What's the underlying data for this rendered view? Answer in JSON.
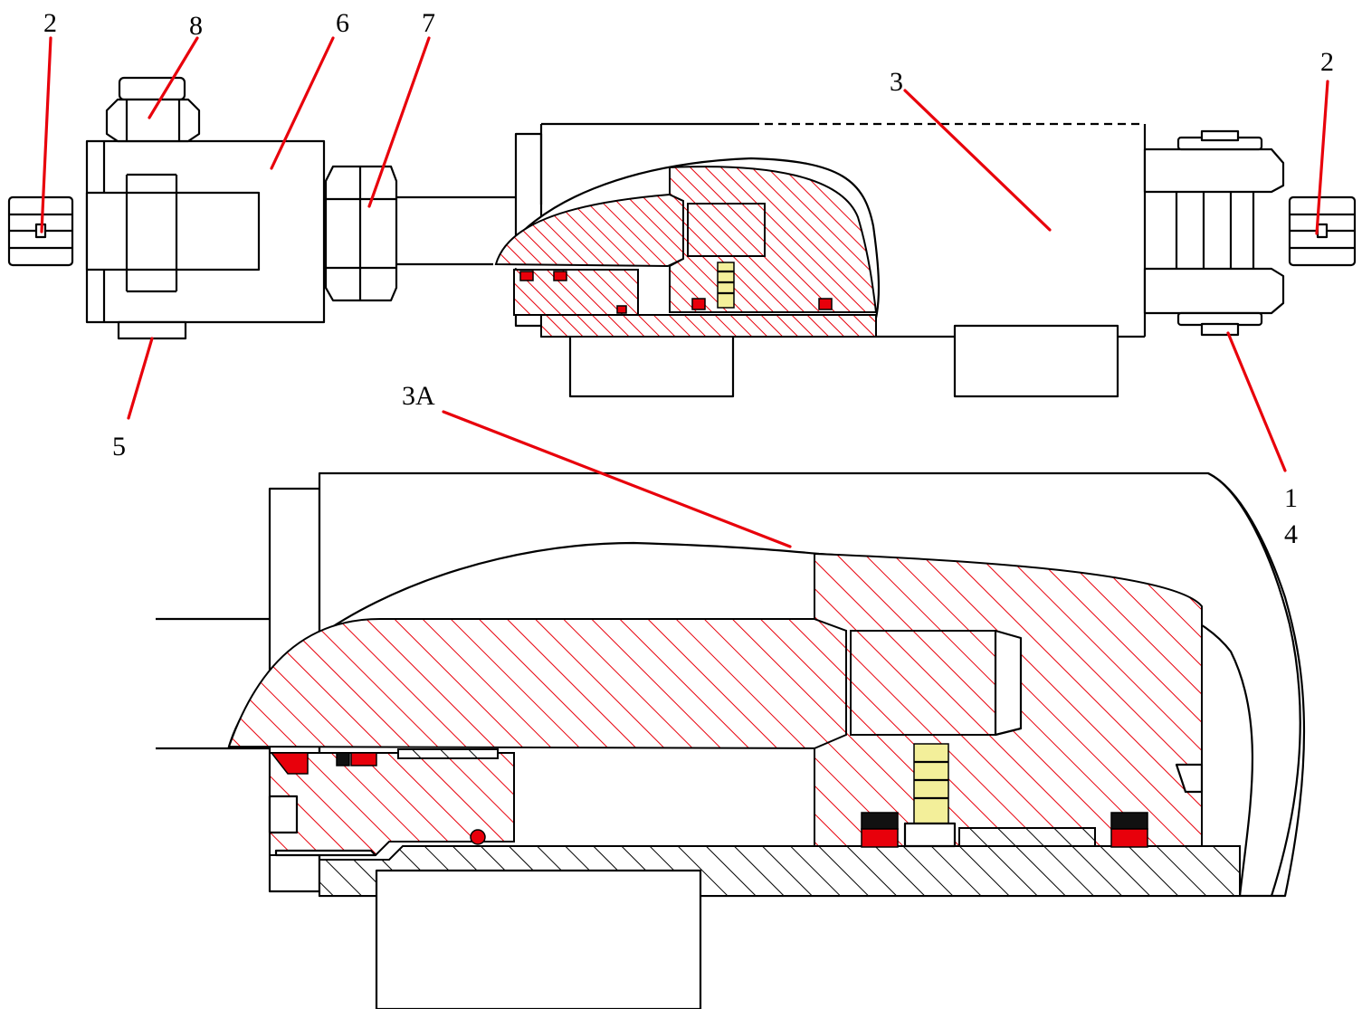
{
  "callouts": {
    "c1": "1",
    "c2_left": "2",
    "c2_right": "2",
    "c3": "3",
    "c3a": "3A",
    "c4": "4",
    "c5": "5",
    "c6": "6",
    "c7": "7",
    "c8": "8"
  },
  "colors": {
    "section_hatch": "#e8000b",
    "seal": "#e8000b",
    "leader_line": "#e8000b",
    "wiper_insert": "#f3ef9a",
    "outline": "#000000"
  }
}
